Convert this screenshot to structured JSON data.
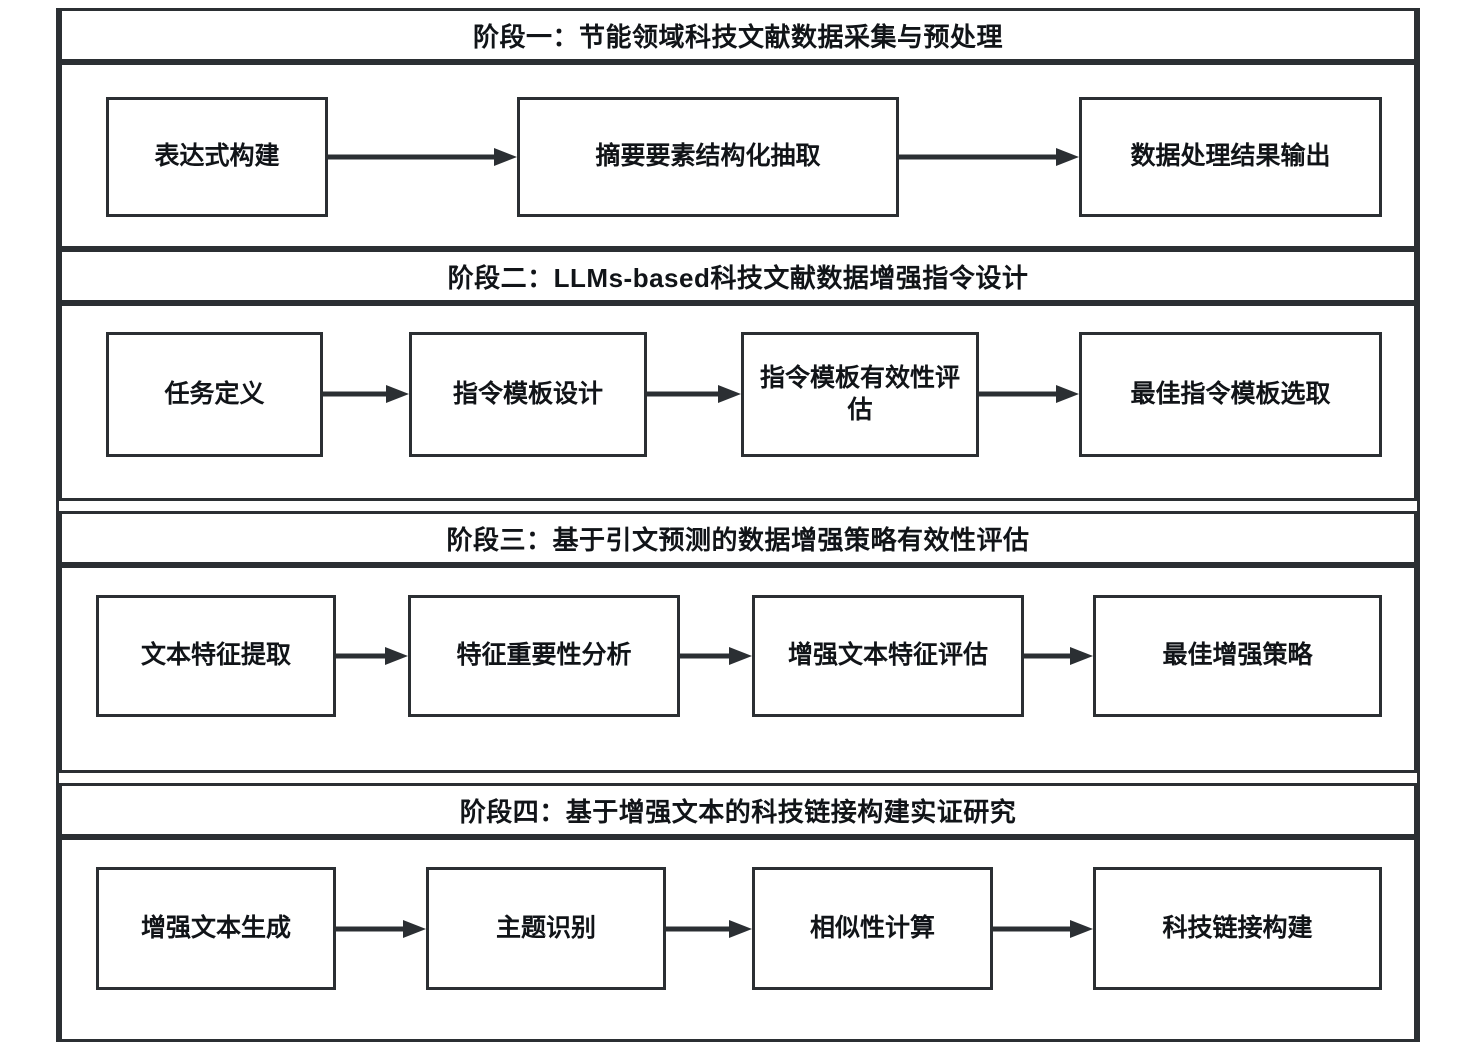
{
  "diagram": {
    "title_implicit": "",
    "colors": {
      "stroke": "#2b2f33",
      "text": "#111418",
      "background": "#ffffff"
    },
    "stages": [
      {
        "id": "stage-1",
        "title": "阶段一：节能领域科技文献数据采集与预处理",
        "nodes": [
          {
            "label": "表达式构建"
          },
          {
            "label": "摘要要素结构化抽取"
          },
          {
            "label": "数据处理结果输出"
          }
        ],
        "arrows": [
          "arrow-right",
          "arrow-right"
        ]
      },
      {
        "id": "stage-2",
        "title": "阶段二：LLMs-based科技文献数据增强指令设计",
        "nodes": [
          {
            "label": "任务定义"
          },
          {
            "label": "指令模板设计"
          },
          {
            "label": "指令模板有效性评估"
          },
          {
            "label": "最佳指令模板选取"
          }
        ],
        "arrows": [
          "arrow-right",
          "arrow-right",
          "arrow-right"
        ]
      },
      {
        "id": "stage-3",
        "title": "阶段三：基于引文预测的数据增强策略有效性评估",
        "nodes": [
          {
            "label": "文本特征提取"
          },
          {
            "label": "特征重要性分析"
          },
          {
            "label": "增强文本特征评估"
          },
          {
            "label": "最佳增强策略"
          }
        ],
        "arrows": [
          "arrow-right",
          "arrow-right",
          "arrow-right"
        ]
      },
      {
        "id": "stage-4",
        "title": "阶段四：基于增强文本的科技链接构建实证研究",
        "nodes": [
          {
            "label": "增强文本生成"
          },
          {
            "label": "主题识别"
          },
          {
            "label": "相似性计算"
          },
          {
            "label": "科技链接构建"
          }
        ],
        "arrows": [
          "arrow-right",
          "arrow-right",
          "arrow-right"
        ]
      }
    ]
  }
}
